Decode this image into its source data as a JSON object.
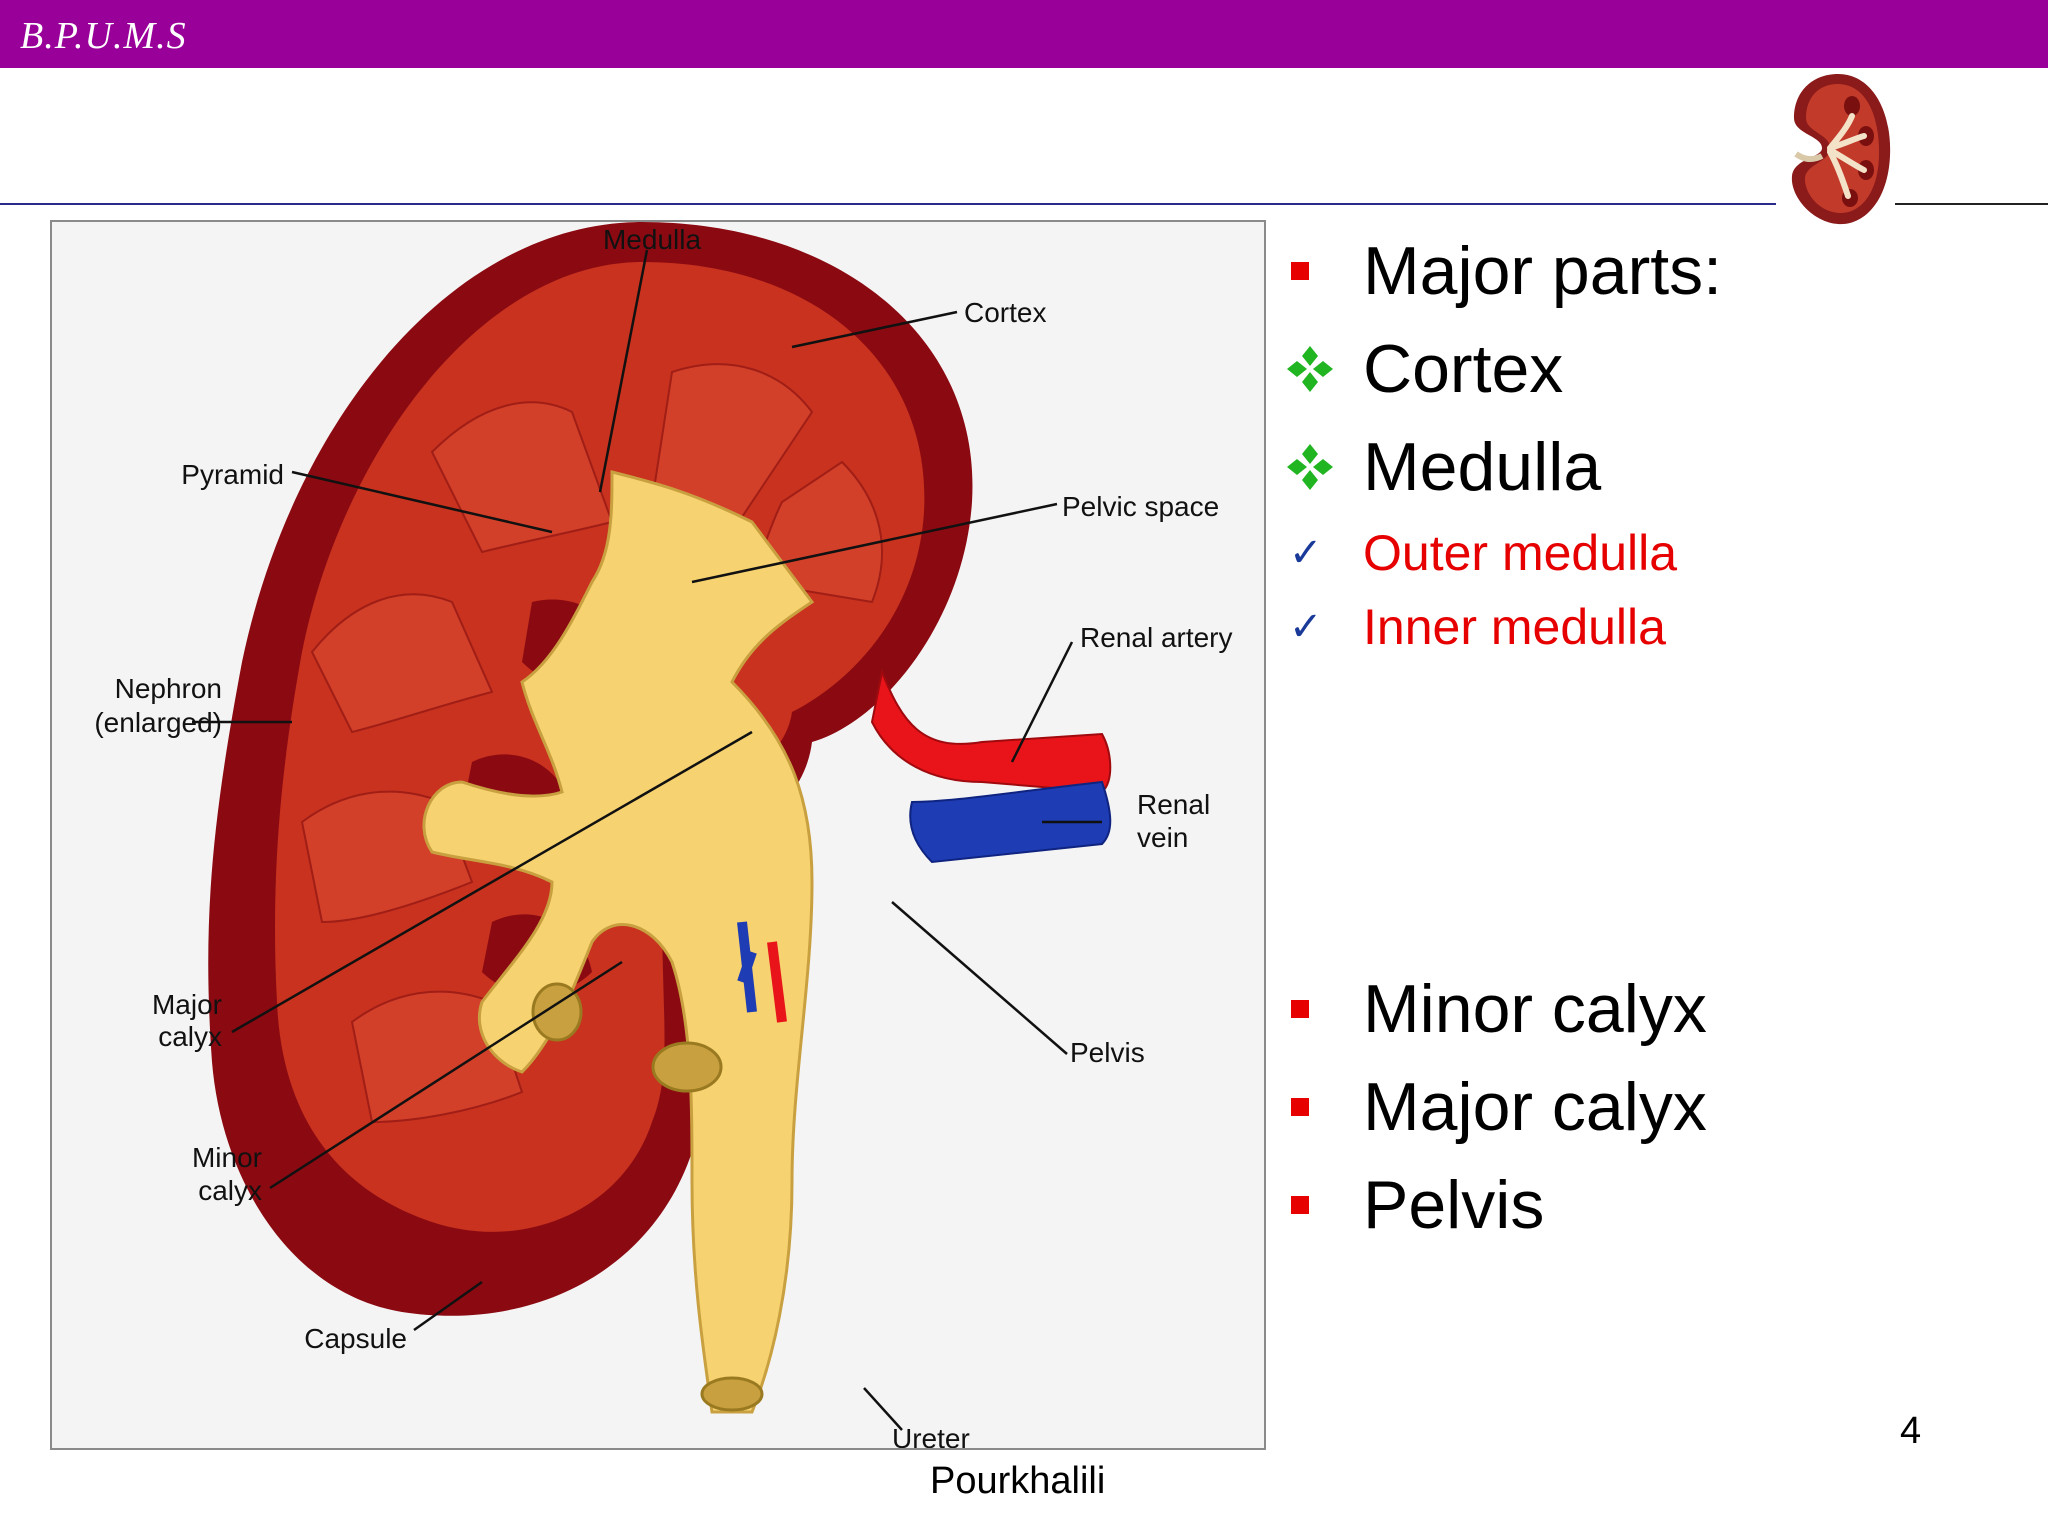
{
  "header": {
    "title": "B.P.U.M.S"
  },
  "figure": {
    "labels": {
      "medulla": "Medulla",
      "cortex": "Cortex",
      "pyramid": "Pyramid",
      "pelvic_space": "Pelvic space",
      "renal_artery": "Renal artery",
      "nephron_1": "Nephron",
      "nephron_2": "(enlarged)",
      "renal_vein_1": "Renal",
      "renal_vein_2": "vein",
      "major_calyx_1": "Major",
      "major_calyx_2": "calyx",
      "pelvis": "Pelvis",
      "minor_calyx_1": "Minor",
      "minor_calyx_2": "calyx",
      "capsule": "Capsule",
      "ureter": "Ureter"
    },
    "colors": {
      "capsule": "#8b0a12",
      "cortex": "#c8321e",
      "pyramid": "#d2402a",
      "pelvis": "#f6d270",
      "artery": "#e8141a",
      "vein": "#1e3cb4"
    }
  },
  "bullets": [
    {
      "marker": "red-square",
      "text": "Major parts:",
      "style": "big"
    },
    {
      "marker": "green-diamond",
      "text": "Cortex",
      "style": "big"
    },
    {
      "marker": "green-diamond",
      "text": "Medulla",
      "style": "big"
    },
    {
      "marker": "check",
      "text": "Outer medulla",
      "style": "red"
    },
    {
      "marker": "check",
      "text": "Inner medulla",
      "style": "red"
    },
    {
      "marker": "red-square",
      "text": "Minor calyx",
      "style": "big"
    },
    {
      "marker": "red-square",
      "text": "Major calyx",
      "style": "big"
    },
    {
      "marker": "red-square",
      "text": "Pelvis",
      "style": "big"
    }
  ],
  "footer": {
    "page_number": "4",
    "author": "Pourkhalili"
  },
  "icons": {
    "logo": "kidney-icon",
    "bullet_square": "square-bullet-icon",
    "bullet_diamond": "four-diamond-bullet-icon",
    "bullet_check": "checkmark-icon"
  }
}
